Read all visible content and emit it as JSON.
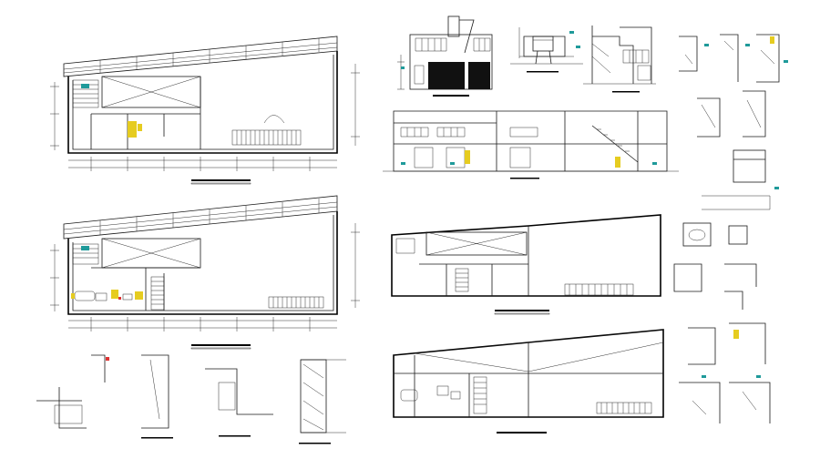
{
  "drawing": {
    "type": "architectural CAD sheet",
    "line_color": "#1a1a1a",
    "accent_colors": {
      "annotation": "#1f9a9a",
      "furniture": "#e6cc20",
      "marker": "#dd3333"
    },
    "views": [
      "first-floor-plan",
      "second-floor-plan",
      "front-elevation",
      "side-elevation",
      "longitudinal-section",
      "floor-plan-small-a",
      "floor-plan-small-b",
      "construction-details"
    ]
  }
}
